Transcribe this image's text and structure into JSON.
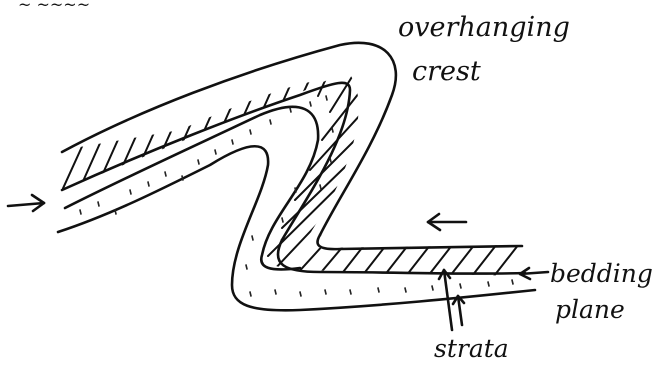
{
  "labels": {
    "top_fragment": "~ ~~~~",
    "overhanging_line1": "overhanging",
    "overhanging_line2": "crest",
    "bedding_line1": "bedding",
    "bedding_line2": "plane",
    "strata": "strata"
  },
  "colors": {
    "ink": "#111111",
    "paper": "#ffffff"
  },
  "icons": [
    "left-compression-arrow-icon",
    "right-compression-arrow-icon"
  ]
}
